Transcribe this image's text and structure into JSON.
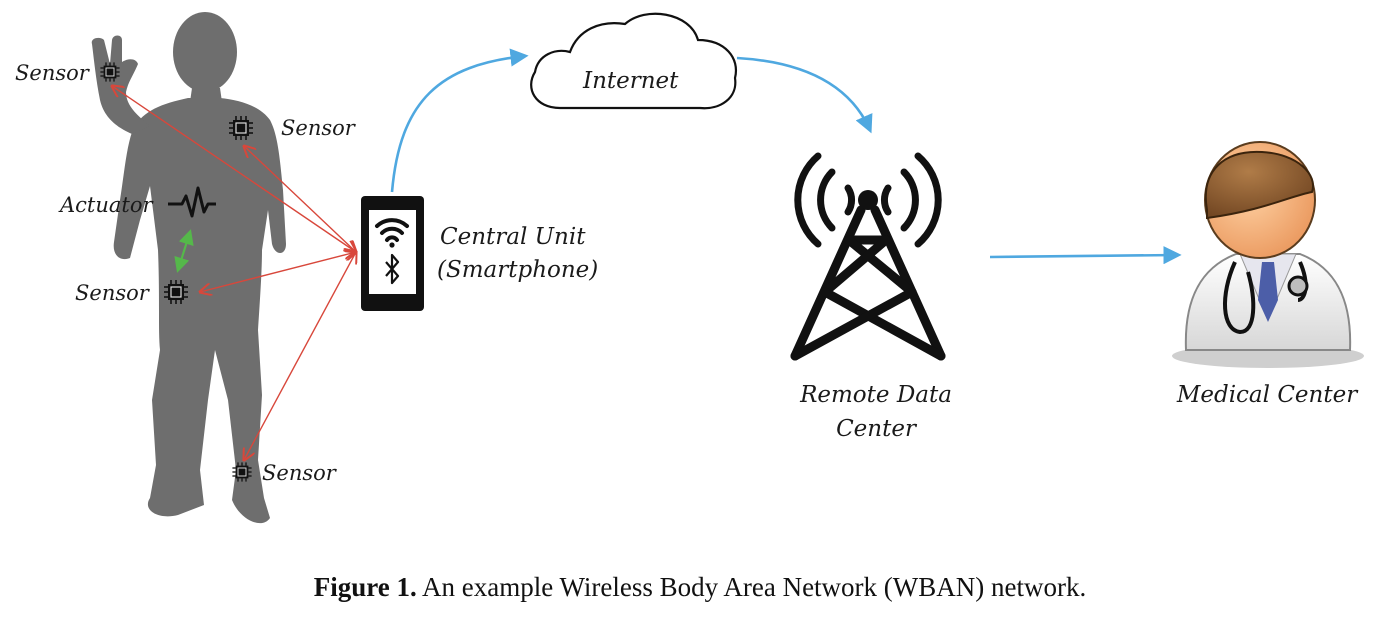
{
  "diagram": {
    "labels": {
      "sensor_hand": "Sensor",
      "sensor_chest": "Sensor",
      "actuator": "Actuator",
      "sensor_hip": "Sensor",
      "sensor_foot": "Sensor",
      "central_unit_line1": "Central Unit",
      "central_unit_line2": "(Smartphone)",
      "internet": "Internet",
      "remote_line1": "Remote Data",
      "remote_line2": "Center",
      "medical": "Medical Center"
    },
    "icons": {
      "body": "human-silhouette-icon",
      "sensor": "chip-icon",
      "actuator": "waveform-icon",
      "phone": "smartphone-icon",
      "wifi": "wifi-icon",
      "bluetooth": "bluetooth-icon",
      "cloud": "cloud-icon",
      "tower": "radio-tower-icon",
      "doctor": "doctor-icon"
    },
    "colors": {
      "body": "#6e6e6e",
      "sensor_link": "#d8473b",
      "actuator_link": "#55b84a",
      "network_link": "#4fa8e0",
      "doctor_hair": "#8a5a2e",
      "doctor_skin": "#f2b27a"
    }
  },
  "caption": {
    "label": "Figure 1.",
    "text": "An example Wireless Body Area Network (WBAN) network."
  }
}
